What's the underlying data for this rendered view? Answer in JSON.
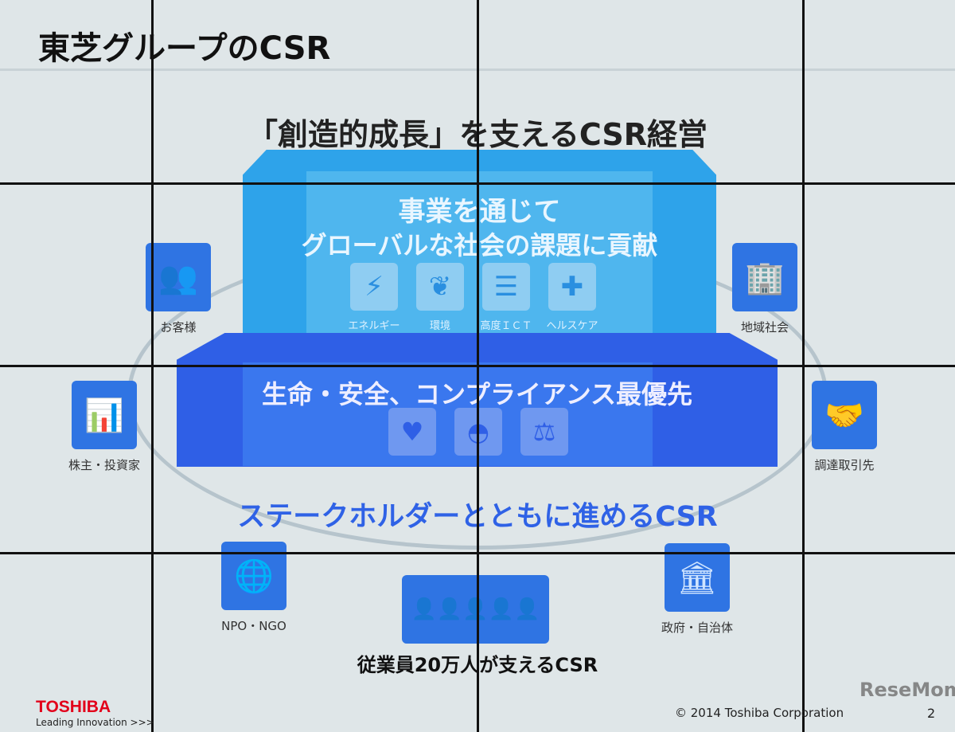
{
  "slide": {
    "title": "東芝グループのCSR",
    "subtitle": "「創造的成長」を支えるCSR経営",
    "upper": {
      "line1": "事業を通じて",
      "line2": "グローバルな社会の課題に貢献",
      "items": [
        {
          "label": "エネルギー",
          "icon": "wind-turbine-icon",
          "glyph": "⚡"
        },
        {
          "label": "環境",
          "icon": "leaf-icon",
          "glyph": "❦"
        },
        {
          "label": "高度ＩＣＴ",
          "icon": "database-icon",
          "glyph": "☰"
        },
        {
          "label": "ヘルスケア",
          "icon": "medical-scanner-icon",
          "glyph": "✚"
        }
      ]
    },
    "lower": {
      "text": "生命・安全、コンプライアンス最優先",
      "items": [
        {
          "icon": "heart-hands-icon",
          "glyph": "♥"
        },
        {
          "icon": "helmet-icon",
          "glyph": "◓"
        },
        {
          "icon": "scales-icon",
          "glyph": "⚖"
        }
      ]
    },
    "stakeholders_title": "ステークホルダーとともに進めるCSR",
    "stakeholders": [
      {
        "label": "お客様",
        "icon": "customers-icon",
        "glyph": "👥"
      },
      {
        "label": "地域社会",
        "icon": "community-icon",
        "glyph": "🏢"
      },
      {
        "label": "株主・投資家",
        "icon": "investor-icon",
        "glyph": "📊"
      },
      {
        "label": "調達取引先",
        "icon": "handshake-icon",
        "glyph": "🤝"
      },
      {
        "label": "NPO・NGO",
        "icon": "globe-people-icon",
        "glyph": "🌐"
      },
      {
        "label": "政府・自治体",
        "icon": "government-building-icon",
        "glyph": "🏛"
      }
    ],
    "employees": {
      "icon": "employees-icon",
      "glyph": "👤👤👤👤👤"
    },
    "employees_text": "従業員20万人が支えるCSR",
    "logo": "TOSHIBA",
    "tagline": "Leading Innovation >>>",
    "copyright": "© 2014 Toshiba Corporation",
    "page": "2",
    "watermark": "ReseMom"
  },
  "colors": {
    "upper": "#2ea3ea",
    "lower": "#2f5fe6",
    "accent": "#2f62e6",
    "logo": "#e2001a"
  }
}
